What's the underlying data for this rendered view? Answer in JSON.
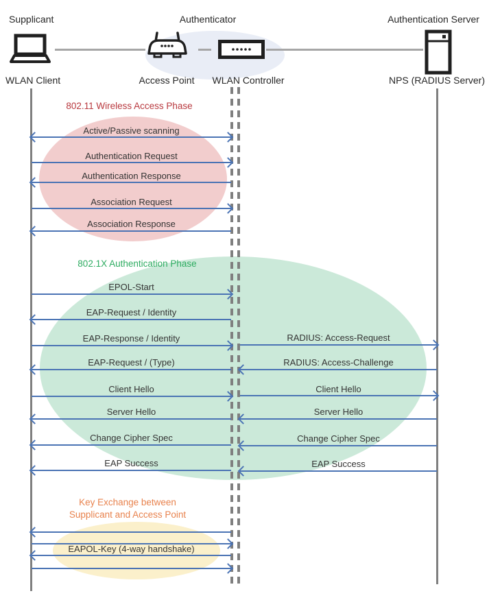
{
  "header": {
    "roles": {
      "supplicant": "Supplicant",
      "authenticator": "Authenticator",
      "authentication_server": "Authentication Server"
    },
    "devices": {
      "wlan_client": "WLAN Client",
      "access_point": "Access Point",
      "wlan_controller": "WLAN Controller",
      "nps": "NPS (RADIUS Server)"
    }
  },
  "icons": {
    "laptop": "laptop-icon",
    "access_point": "wireless-router-icon",
    "wlan_controller": "controller-box-icon",
    "server": "server-tower-icon"
  },
  "colors": {
    "arrow": "#4A73B4",
    "lifeline": "#7F7F7F",
    "connector": "#A6A6A6",
    "phase1_title": "#B8383E",
    "phase2_title": "#2EAC61",
    "phase3_title": "#E8824D",
    "phase1_fill": "#F2CDCD",
    "phase2_fill": "#CBE9D9",
    "phase3_fill": "#FBF0CB",
    "authenticator_fill": "#E9EDF6"
  },
  "phases": [
    {
      "title": "802.11 Wireless Access Phase"
    },
    {
      "title": "802.1X Authentication Phase"
    },
    {
      "title_line1": "Key Exchange between",
      "title_line2": "Supplicant and Access Point"
    }
  ],
  "messages": [
    {
      "label": "Active/Passive scanning",
      "direction": "both",
      "segment": "client-controller"
    },
    {
      "label": "Authentication Request",
      "direction": "right",
      "segment": "client-controller"
    },
    {
      "label": "Authentication Response",
      "direction": "left",
      "segment": "client-controller"
    },
    {
      "label": "Association Request",
      "direction": "right",
      "segment": "client-controller"
    },
    {
      "label": "Association Response",
      "direction": "left",
      "segment": "client-controller"
    },
    {
      "label": "EPOL-Start",
      "direction": "right",
      "segment": "client-controller"
    },
    {
      "label": "EAP-Request / Identity",
      "direction": "left",
      "segment": "client-controller"
    },
    {
      "label": "EAP-Response / Identity",
      "direction": "right",
      "segment": "client-controller"
    },
    {
      "label": "EAP-Request / (Type)",
      "direction": "left",
      "segment": "client-controller"
    },
    {
      "label": "Client Hello",
      "direction": "right",
      "segment": "client-controller"
    },
    {
      "label": "Server Hello",
      "direction": "left",
      "segment": "client-controller"
    },
    {
      "label": "Change Cipher Spec",
      "direction": "left",
      "segment": "client-controller"
    },
    {
      "label": "EAP Success",
      "direction": "left",
      "segment": "client-controller"
    },
    {
      "label": "RADIUS: Access-Request",
      "direction": "right",
      "segment": "controller-server"
    },
    {
      "label": "RADIUS: Access-Challenge",
      "direction": "left",
      "segment": "controller-server"
    },
    {
      "label": "Client Hello",
      "direction": "right",
      "segment": "controller-server"
    },
    {
      "label": "Server Hello",
      "direction": "left",
      "segment": "controller-server"
    },
    {
      "label": "Change Cipher Spec",
      "direction": "left",
      "segment": "controller-server"
    },
    {
      "label": "EAP Success",
      "direction": "left",
      "segment": "controller-server"
    },
    {
      "label": "",
      "direction": "left",
      "segment": "client-controller"
    },
    {
      "label": "",
      "direction": "right",
      "segment": "client-controller"
    },
    {
      "label": "EAPOL-Key (4-way handshake)",
      "direction": "left",
      "segment": "client-controller"
    },
    {
      "label": "",
      "direction": "right",
      "segment": "client-controller"
    }
  ]
}
